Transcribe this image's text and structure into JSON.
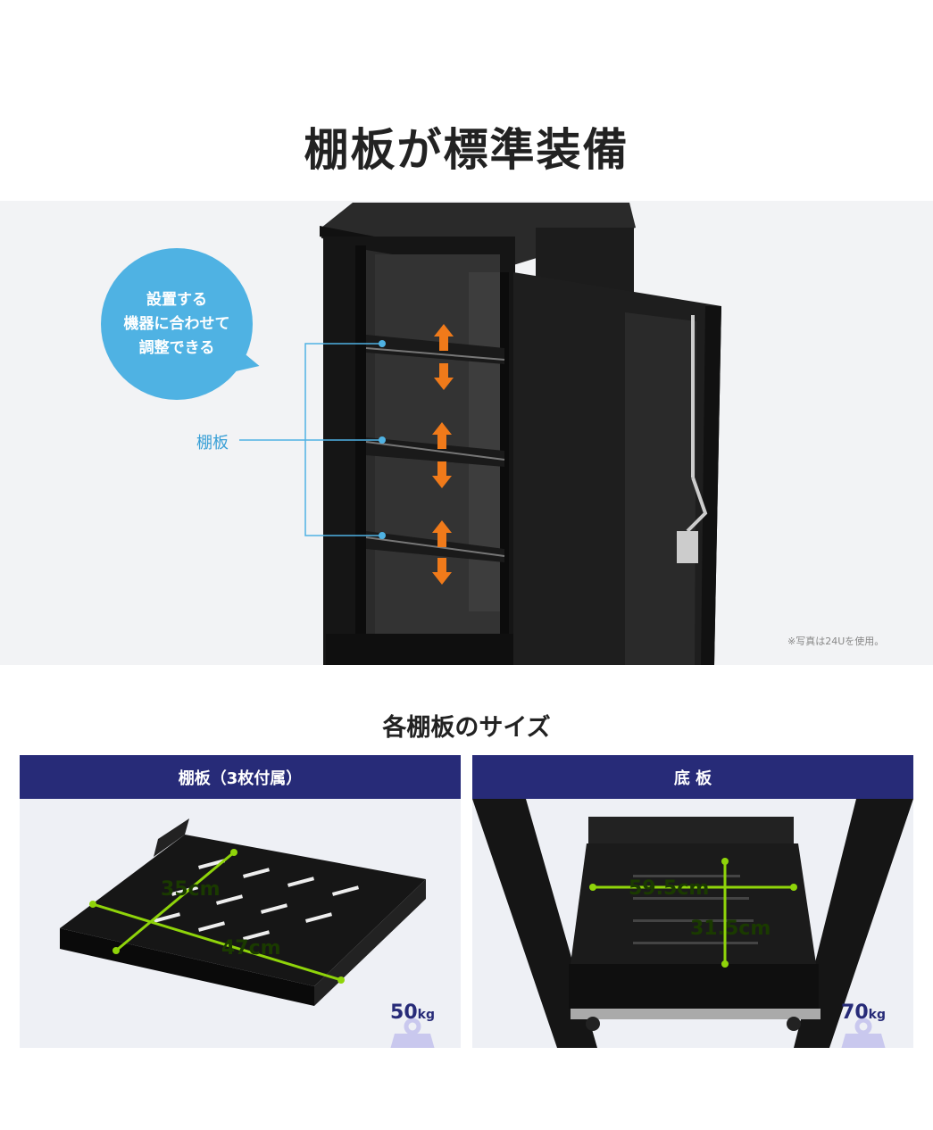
{
  "title": "棚板が標準装備",
  "hero": {
    "bubble_lines": [
      "設置する",
      "機器に合わせて",
      "調整できる"
    ],
    "shelf_label": "棚板",
    "note": "※写真は24Uを使用。"
  },
  "sizes": {
    "title": "各棚板のサイズ",
    "left": {
      "header": "棚板（3枚付属）",
      "width": "47cm",
      "depth": "35cm",
      "weight_value": "50",
      "weight_unit": "kg"
    },
    "right": {
      "header": "底 板",
      "width": "59.5cm",
      "depth": "31.5cm",
      "weight_value": "70",
      "weight_unit": "kg"
    }
  },
  "colors": {
    "accent_blue": "#4fb2e3",
    "header_navy": "#272b78",
    "arrow_orange": "#f07a1a",
    "dimension_green": "#8fd40a",
    "weight_purple": "#c9c8ee"
  }
}
